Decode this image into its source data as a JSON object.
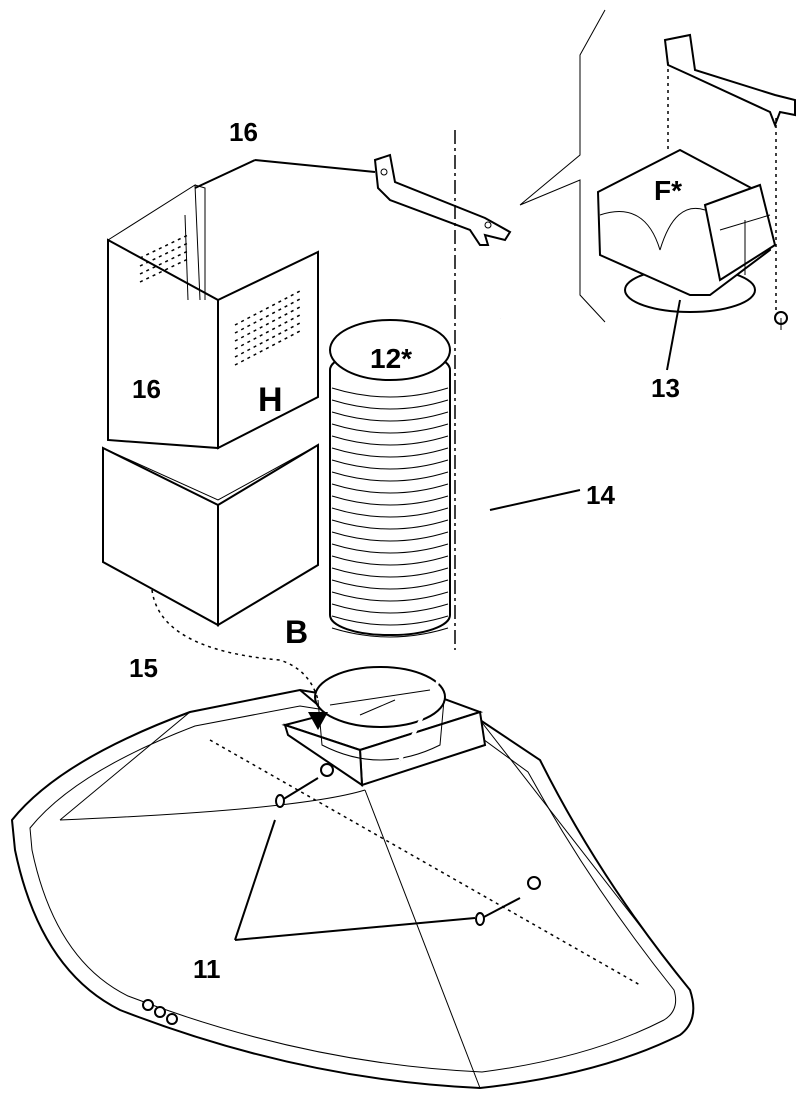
{
  "labels": {
    "part_16_top": "16",
    "part_16_side": "16",
    "part_H": "H",
    "part_12": "12*",
    "part_F": "F*",
    "part_13": "13",
    "part_14": "14",
    "part_B": "B",
    "part_15": "15",
    "part_11": "11"
  }
}
